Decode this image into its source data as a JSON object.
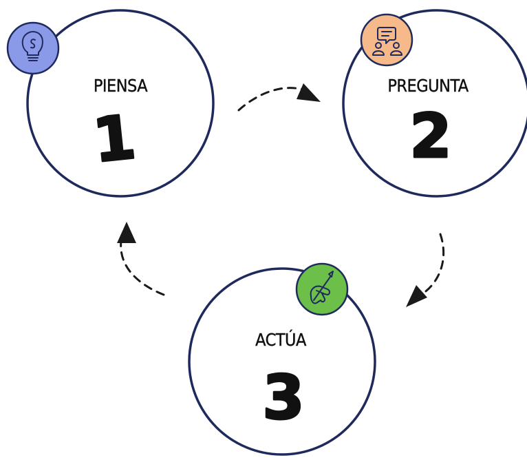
{
  "steps": [
    {
      "title": "PIENSA",
      "number": "1",
      "icon": "lightbulb-icon",
      "color": "#8a9ae8"
    },
    {
      "title": "PREGUNTA",
      "number": "2",
      "icon": "conversation-icon",
      "color": "#f6b98a"
    },
    {
      "title": "ACTÚA",
      "number": "3",
      "icon": "hand-pen-icon",
      "color": "#6cc04a"
    }
  ],
  "colors": {
    "ring": "#1f2a5c",
    "arrow": "#1a1a1a",
    "text": "#111111"
  }
}
